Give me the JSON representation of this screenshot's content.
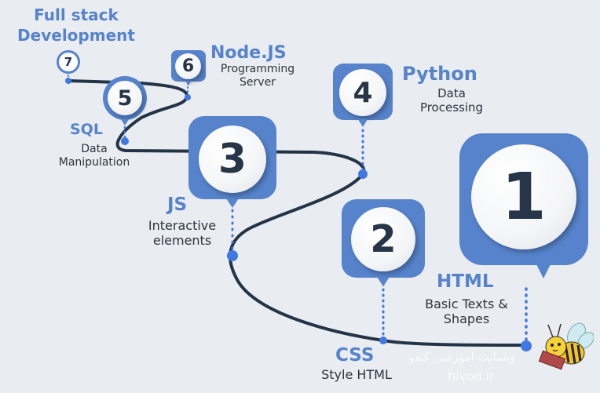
{
  "colors": {
    "accent": "#5683cb",
    "path": "#243447",
    "background": "#e9ecf0",
    "text": "#2c3440",
    "dot": "#3f78e0"
  },
  "steps": [
    {
      "number": "1",
      "title": "HTML",
      "subtitle_lines": [
        "Basic Texts &",
        "Shapes"
      ]
    },
    {
      "number": "2",
      "title": "CSS",
      "subtitle_lines": [
        "Style HTML"
      ]
    },
    {
      "number": "3",
      "title": "JS",
      "subtitle_lines": [
        "Interactive",
        "elements"
      ]
    },
    {
      "number": "4",
      "title": "Python",
      "subtitle_lines": [
        "Data",
        "Processing"
      ]
    },
    {
      "number": "5",
      "title": "SQL",
      "subtitle_lines": [
        "Data",
        "Manipulation"
      ]
    },
    {
      "number": "6",
      "title": "Node.JS",
      "subtitle_lines": [
        "Programming",
        "Server"
      ]
    },
    {
      "number": "7",
      "title_lines": [
        "Full stack",
        "Development"
      ]
    }
  ],
  "watermark": {
    "line1": "وبسایت آموزشی کندو",
    "line2": "hivoo.ir",
    "mascot_icon": "bee-mascot-icon"
  }
}
